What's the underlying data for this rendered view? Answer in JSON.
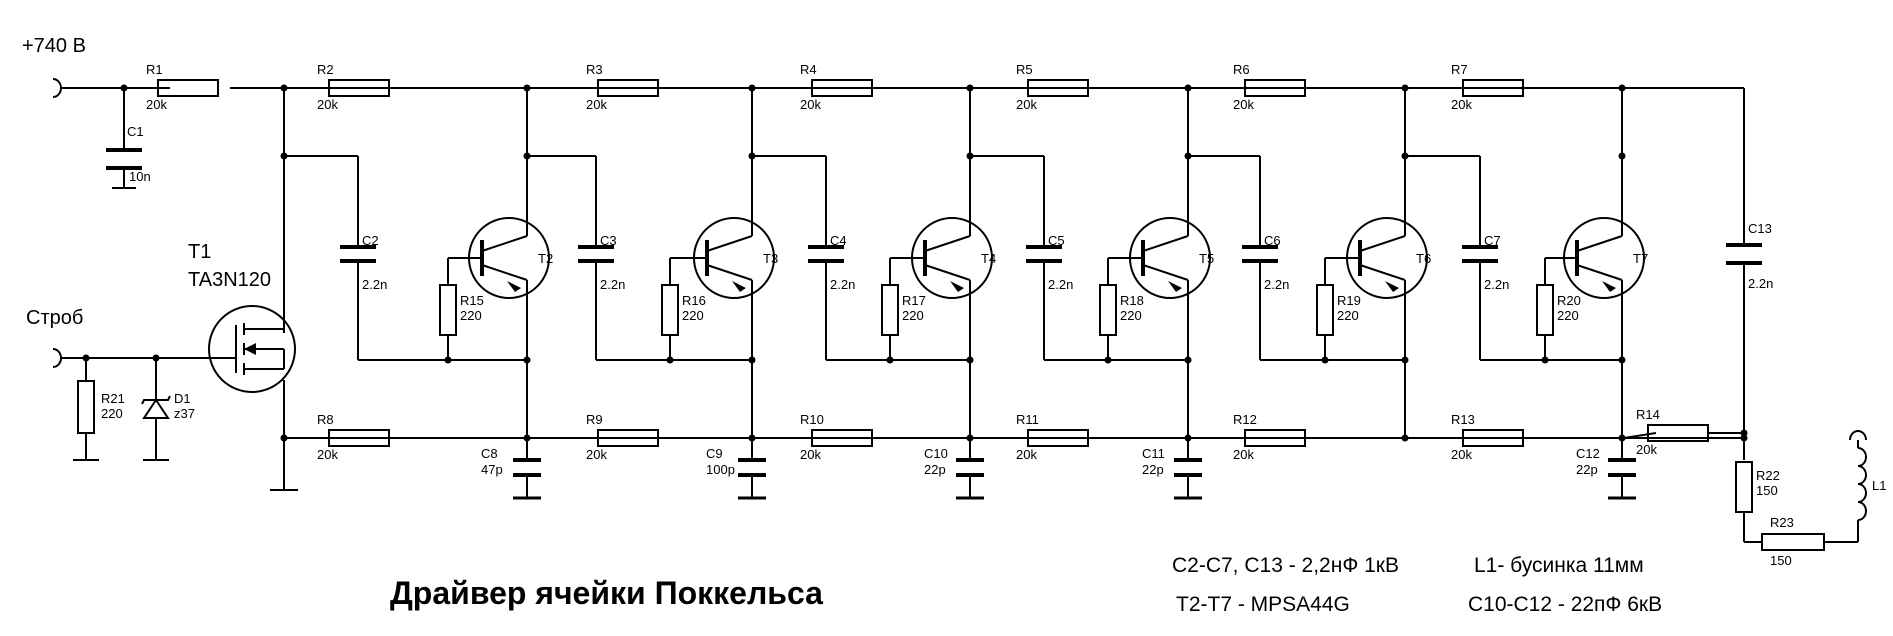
{
  "supply": {
    "label": "+740 В"
  },
  "strobe": {
    "label": "Строб"
  },
  "title": "Драйвер ячейки Поккельса",
  "mosfet": {
    "ref": "T1",
    "part": "TA3N120"
  },
  "supply_cap": {
    "ref": "C1",
    "value": "10n"
  },
  "gate_resistor": {
    "ref": "R21",
    "value": "220"
  },
  "gate_diode": {
    "ref": "D1",
    "value": "z37"
  },
  "top_resistors": [
    {
      "ref": "R1",
      "value": "20k"
    },
    {
      "ref": "R2",
      "value": "20k"
    },
    {
      "ref": "R3",
      "value": "20k"
    },
    {
      "ref": "R4",
      "value": "20k"
    },
    {
      "ref": "R5",
      "value": "20k"
    },
    {
      "ref": "R6",
      "value": "20k"
    },
    {
      "ref": "R7",
      "value": "20k"
    }
  ],
  "stages": [
    {
      "transistor": "T2",
      "cap": "C2",
      "cap_value": "2.2n",
      "base_res": "R15",
      "base_res_value": "220"
    },
    {
      "transistor": "T3",
      "cap": "C3",
      "cap_value": "2.2n",
      "base_res": "R16",
      "base_res_value": "220"
    },
    {
      "transistor": "T4",
      "cap": "C4",
      "cap_value": "2.2n",
      "base_res": "R17",
      "base_res_value": "220"
    },
    {
      "transistor": "T5",
      "cap": "C5",
      "cap_value": "2.2n",
      "base_res": "R18",
      "base_res_value": "220"
    },
    {
      "transistor": "T6",
      "cap": "C6",
      "cap_value": "2.2n",
      "base_res": "R19",
      "base_res_value": "220"
    },
    {
      "transistor": "T7",
      "cap": "C7",
      "cap_value": "2.2n",
      "base_res": "R20",
      "base_res_value": "220"
    }
  ],
  "bottom_resistors": [
    {
      "ref": "R8",
      "value": "20k"
    },
    {
      "ref": "R9",
      "value": "20k"
    },
    {
      "ref": "R10",
      "value": "20k"
    },
    {
      "ref": "R11",
      "value": "20k"
    },
    {
      "ref": "R12",
      "value": "20k"
    },
    {
      "ref": "R13",
      "value": "20k"
    },
    {
      "ref": "R14",
      "value": "20k"
    }
  ],
  "bottom_caps": [
    {
      "ref": "C8",
      "value": "47p"
    },
    {
      "ref": "C9",
      "value": "100p"
    },
    {
      "ref": "C10",
      "value": "22p"
    },
    {
      "ref": "C11",
      "value": "22p"
    },
    {
      "ref": "C12",
      "value": "22p"
    }
  ],
  "output_cap": {
    "ref": "C13",
    "value": "2.2n"
  },
  "output_resistors": [
    {
      "ref": "R22",
      "value": "150"
    },
    {
      "ref": "R23",
      "value": "150"
    }
  ],
  "inductor": {
    "ref": "L1"
  },
  "notes": {
    "line1": "C2-C7, C13 - 2,2нФ 1кВ",
    "line2": "T2-T7 - MPSA44G",
    "line3": "L1- бусинка 11мм",
    "line4": "C10-C12 - 22пФ 6кВ"
  }
}
